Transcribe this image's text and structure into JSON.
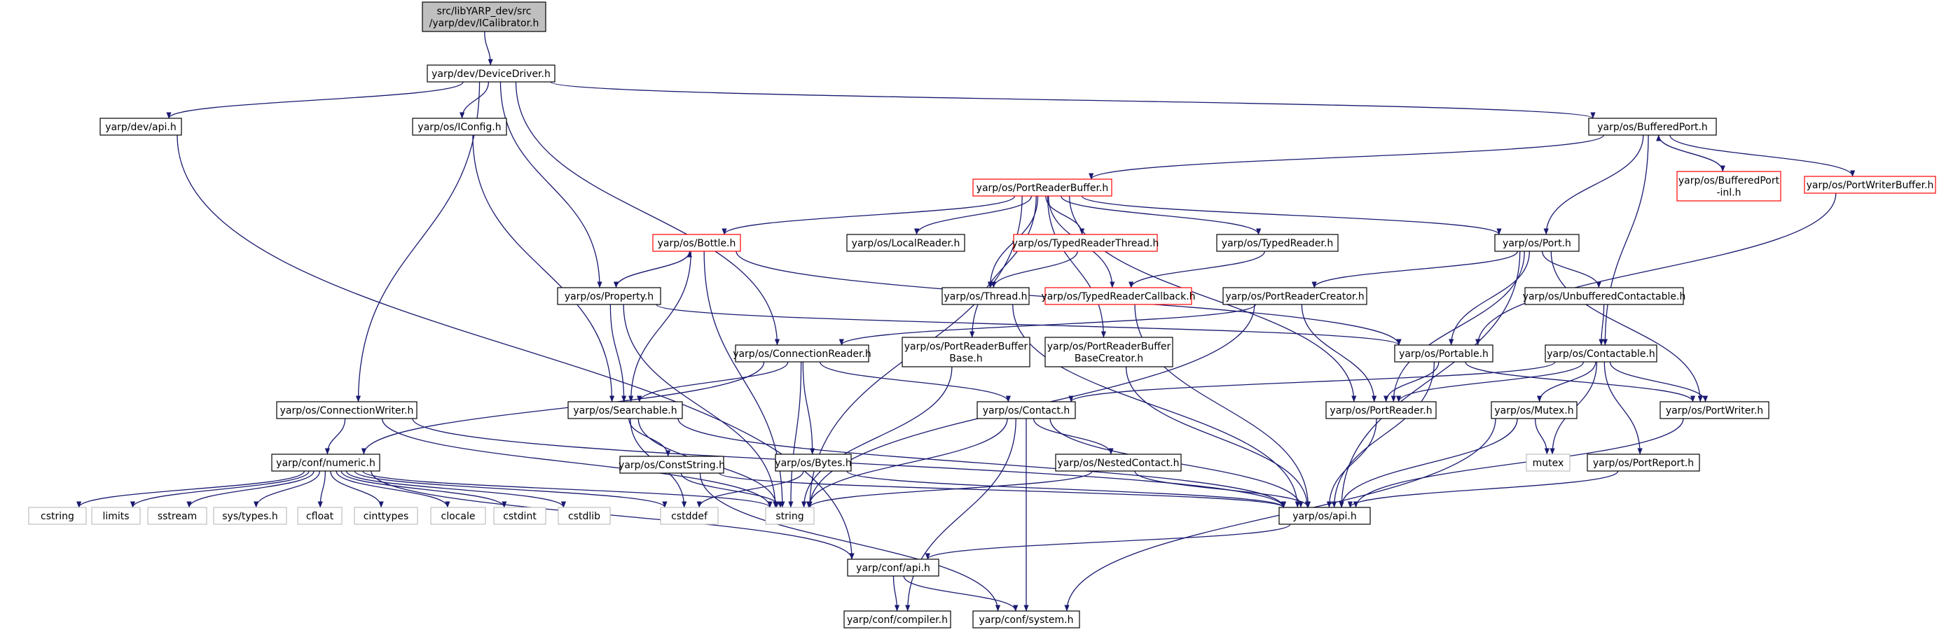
{
  "diagram": {
    "colors": {
      "root_fill": "#bfbfbf",
      "normal_stroke": "#000000",
      "truncated_stroke": "#ff0000",
      "system_stroke": "#bfbfbf",
      "system_text": "#7f7f7f",
      "edge": "#191970"
    },
    "nodes": [
      {
        "id": "root",
        "lines": [
          "src/libYARP_dev/src",
          "/yarp/dev/ICalibrator.h"
        ],
        "kind": "root"
      },
      {
        "id": "devicedriver",
        "lines": [
          "yarp/dev/DeviceDriver.h"
        ],
        "kind": "normal"
      },
      {
        "id": "devapi",
        "lines": [
          "yarp/dev/api.h"
        ],
        "kind": "normal"
      },
      {
        "id": "iconfig",
        "lines": [
          "yarp/os/IConfig.h"
        ],
        "kind": "normal"
      },
      {
        "id": "bufferedport",
        "lines": [
          "yarp/os/BufferedPort.h"
        ],
        "kind": "normal"
      },
      {
        "id": "portreaderbuffer",
        "lines": [
          "yarp/os/PortReaderBuffer.h"
        ],
        "kind": "truncated"
      },
      {
        "id": "bufferedportinl",
        "lines": [
          "yarp/os/BufferedPort",
          "-inl.h"
        ],
        "kind": "truncated"
      },
      {
        "id": "portwriterbuffer",
        "lines": [
          "yarp/os/PortWriterBuffer.h"
        ],
        "kind": "truncated"
      },
      {
        "id": "bottle",
        "lines": [
          "yarp/os/Bottle.h"
        ],
        "kind": "truncated"
      },
      {
        "id": "localreader",
        "lines": [
          "yarp/os/LocalReader.h"
        ],
        "kind": "normal"
      },
      {
        "id": "typedreaderthread",
        "lines": [
          "yarp/os/TypedReaderThread.h"
        ],
        "kind": "truncated"
      },
      {
        "id": "typedreader",
        "lines": [
          "yarp/os/TypedReader.h"
        ],
        "kind": "normal"
      },
      {
        "id": "port",
        "lines": [
          "yarp/os/Port.h"
        ],
        "kind": "normal"
      },
      {
        "id": "property",
        "lines": [
          "yarp/os/Property.h"
        ],
        "kind": "normal"
      },
      {
        "id": "thread",
        "lines": [
          "yarp/os/Thread.h"
        ],
        "kind": "normal"
      },
      {
        "id": "typedreadercallback",
        "lines": [
          "yarp/os/TypedReaderCallback.h"
        ],
        "kind": "truncated"
      },
      {
        "id": "portreadercreator",
        "lines": [
          "yarp/os/PortReaderCreator.h"
        ],
        "kind": "normal"
      },
      {
        "id": "unbufferedcontactable",
        "lines": [
          "yarp/os/UnbufferedContactable.h"
        ],
        "kind": "normal"
      },
      {
        "id": "connectionreader",
        "lines": [
          "yarp/os/ConnectionReader.h"
        ],
        "kind": "normal"
      },
      {
        "id": "prbbase",
        "lines": [
          "yarp/os/PortReaderBuffer",
          "Base.h"
        ],
        "kind": "normal"
      },
      {
        "id": "prbbasecreator",
        "lines": [
          "yarp/os/PortReaderBuffer",
          "BaseCreator.h"
        ],
        "kind": "normal"
      },
      {
        "id": "portable",
        "lines": [
          "yarp/os/Portable.h"
        ],
        "kind": "normal"
      },
      {
        "id": "contactable",
        "lines": [
          "yarp/os/Contactable.h"
        ],
        "kind": "normal"
      },
      {
        "id": "connectionwriter",
        "lines": [
          "yarp/os/ConnectionWriter.h"
        ],
        "kind": "normal"
      },
      {
        "id": "searchable",
        "lines": [
          "yarp/os/Searchable.h"
        ],
        "kind": "normal"
      },
      {
        "id": "contact",
        "lines": [
          "yarp/os/Contact.h"
        ],
        "kind": "normal"
      },
      {
        "id": "portreader",
        "lines": [
          "yarp/os/PortReader.h"
        ],
        "kind": "normal"
      },
      {
        "id": "mutexh",
        "lines": [
          "yarp/os/Mutex.h"
        ],
        "kind": "normal"
      },
      {
        "id": "portwriter",
        "lines": [
          "yarp/os/PortWriter.h"
        ],
        "kind": "normal"
      },
      {
        "id": "numeric",
        "lines": [
          "yarp/conf/numeric.h"
        ],
        "kind": "normal"
      },
      {
        "id": "conststring",
        "lines": [
          "yarp/os/ConstString.h"
        ],
        "kind": "normal"
      },
      {
        "id": "bytes",
        "lines": [
          "yarp/os/Bytes.h"
        ],
        "kind": "normal"
      },
      {
        "id": "nestedcontact",
        "lines": [
          "yarp/os/NestedContact.h"
        ],
        "kind": "normal"
      },
      {
        "id": "mutex",
        "lines": [
          "mutex"
        ],
        "kind": "system"
      },
      {
        "id": "portreport",
        "lines": [
          "yarp/os/PortReport.h"
        ],
        "kind": "normal"
      },
      {
        "id": "cstring",
        "lines": [
          "cstring"
        ],
        "kind": "system"
      },
      {
        "id": "limits",
        "lines": [
          "limits"
        ],
        "kind": "system"
      },
      {
        "id": "sstream",
        "lines": [
          "sstream"
        ],
        "kind": "system"
      },
      {
        "id": "systypes",
        "lines": [
          "sys/types.h"
        ],
        "kind": "system"
      },
      {
        "id": "cfloat",
        "lines": [
          "cfloat"
        ],
        "kind": "system"
      },
      {
        "id": "cinttypes",
        "lines": [
          "cinttypes"
        ],
        "kind": "system"
      },
      {
        "id": "clocale",
        "lines": [
          "clocale"
        ],
        "kind": "system"
      },
      {
        "id": "cstdint",
        "lines": [
          "cstdint"
        ],
        "kind": "system"
      },
      {
        "id": "cstdlib",
        "lines": [
          "cstdlib"
        ],
        "kind": "system"
      },
      {
        "id": "cstddef",
        "lines": [
          "cstddef"
        ],
        "kind": "system"
      },
      {
        "id": "string",
        "lines": [
          "string"
        ],
        "kind": "system"
      },
      {
        "id": "osapi",
        "lines": [
          "yarp/os/api.h"
        ],
        "kind": "normal"
      },
      {
        "id": "confapi",
        "lines": [
          "yarp/conf/api.h"
        ],
        "kind": "normal"
      },
      {
        "id": "compiler",
        "lines": [
          "yarp/conf/compiler.h"
        ],
        "kind": "normal"
      },
      {
        "id": "system",
        "lines": [
          "yarp/conf/system.h"
        ],
        "kind": "normal"
      }
    ],
    "edges": [
      [
        "root",
        "devicedriver"
      ],
      [
        "devicedriver",
        "devapi"
      ],
      [
        "devicedriver",
        "iconfig"
      ],
      [
        "devicedriver",
        "bufferedport"
      ],
      [
        "devicedriver",
        "property"
      ],
      [
        "devicedriver",
        "connectionreader"
      ],
      [
        "devicedriver",
        "connectionwriter"
      ],
      [
        "devapi",
        "confapi"
      ],
      [
        "iconfig",
        "searchable"
      ],
      [
        "bufferedport",
        "portreaderbuffer"
      ],
      [
        "bufferedport",
        "bufferedportinl"
      ],
      [
        "bufferedportinl",
        "bufferedport"
      ],
      [
        "bufferedport",
        "portwriterbuffer"
      ],
      [
        "bufferedport",
        "port"
      ],
      [
        "bufferedport",
        "contactable"
      ],
      [
        "portwriterbuffer",
        "portable"
      ],
      [
        "portreaderbuffer",
        "bottle"
      ],
      [
        "portreaderbuffer",
        "localreader"
      ],
      [
        "portreaderbuffer",
        "typedreaderthread"
      ],
      [
        "portreaderbuffer",
        "typedreader"
      ],
      [
        "portreaderbuffer",
        "port"
      ],
      [
        "portreaderbuffer",
        "thread"
      ],
      [
        "portreaderbuffer",
        "typedreadercallback"
      ],
      [
        "portreaderbuffer",
        "prbbase"
      ],
      [
        "portreaderbuffer",
        "prbbasecreator"
      ],
      [
        "portreaderbuffer",
        "portreader"
      ],
      [
        "portreaderbuffer",
        "string"
      ],
      [
        "bottle",
        "property"
      ],
      [
        "property",
        "bottle"
      ],
      [
        "bottle",
        "searchable"
      ],
      [
        "bottle",
        "portable"
      ],
      [
        "bottle",
        "string"
      ],
      [
        "property",
        "searchable"
      ],
      [
        "property",
        "portable"
      ],
      [
        "property",
        "string"
      ],
      [
        "typedreaderthread",
        "thread"
      ],
      [
        "typedreader",
        "typedreadercallback"
      ],
      [
        "thread",
        "osapi"
      ],
      [
        "typedreadercallback",
        "osapi"
      ],
      [
        "port",
        "portreadercreator"
      ],
      [
        "port",
        "unbufferedcontactable"
      ],
      [
        "port",
        "portable"
      ],
      [
        "port",
        "portreader"
      ],
      [
        "port",
        "portwriter"
      ],
      [
        "port",
        "osapi"
      ],
      [
        "portreadercreator",
        "connectionreader"
      ],
      [
        "portreadercreator",
        "portreader"
      ],
      [
        "portreadercreator",
        "string"
      ],
      [
        "unbufferedcontactable",
        "contactable"
      ],
      [
        "connectionreader",
        "numeric"
      ],
      [
        "connectionreader",
        "searchable"
      ],
      [
        "connectionreader",
        "contact"
      ],
      [
        "connectionreader",
        "bytes"
      ],
      [
        "connectionreader",
        "string"
      ],
      [
        "prbbase",
        "string"
      ],
      [
        "prbbasecreator",
        "osapi"
      ],
      [
        "portable",
        "portreader"
      ],
      [
        "portable",
        "portwriter"
      ],
      [
        "portable",
        "osapi"
      ],
      [
        "contactable",
        "contact"
      ],
      [
        "contactable",
        "portreader"
      ],
      [
        "contactable",
        "mutexh"
      ],
      [
        "contactable",
        "mutex"
      ],
      [
        "contactable",
        "portreport"
      ],
      [
        "contactable",
        "portwriter"
      ],
      [
        "connectionwriter",
        "numeric"
      ],
      [
        "connectionwriter",
        "osapi"
      ],
      [
        "connectionwriter",
        "string"
      ],
      [
        "searchable",
        "conststring"
      ],
      [
        "searchable",
        "string"
      ],
      [
        "searchable",
        "cstddef"
      ],
      [
        "searchable",
        "osapi"
      ],
      [
        "contact",
        "nestedcontact"
      ],
      [
        "contact",
        "string"
      ],
      [
        "contact",
        "system"
      ],
      [
        "contact",
        "compiler"
      ],
      [
        "contact",
        "osapi"
      ],
      [
        "portreader",
        "osapi"
      ],
      [
        "mutexh",
        "mutex"
      ],
      [
        "mutexh",
        "osapi"
      ],
      [
        "mutexh",
        "system"
      ],
      [
        "portwriter",
        "osapi"
      ],
      [
        "portreport",
        "osapi"
      ],
      [
        "numeric",
        "cstring"
      ],
      [
        "numeric",
        "limits"
      ],
      [
        "numeric",
        "sstream"
      ],
      [
        "numeric",
        "systypes"
      ],
      [
        "numeric",
        "cfloat"
      ],
      [
        "numeric",
        "cinttypes"
      ],
      [
        "numeric",
        "clocale"
      ],
      [
        "numeric",
        "cstdint"
      ],
      [
        "numeric",
        "cstdlib"
      ],
      [
        "numeric",
        "cstddef"
      ],
      [
        "numeric",
        "string"
      ],
      [
        "numeric",
        "confapi"
      ],
      [
        "conststring",
        "string"
      ],
      [
        "conststring",
        "osapi"
      ],
      [
        "conststring",
        "system"
      ],
      [
        "bytes",
        "cstddef"
      ],
      [
        "bytes",
        "osapi"
      ],
      [
        "nestedcontact",
        "string"
      ],
      [
        "nestedcontact",
        "osapi"
      ],
      [
        "osapi",
        "confapi"
      ],
      [
        "confapi",
        "compiler"
      ],
      [
        "confapi",
        "system"
      ]
    ]
  }
}
